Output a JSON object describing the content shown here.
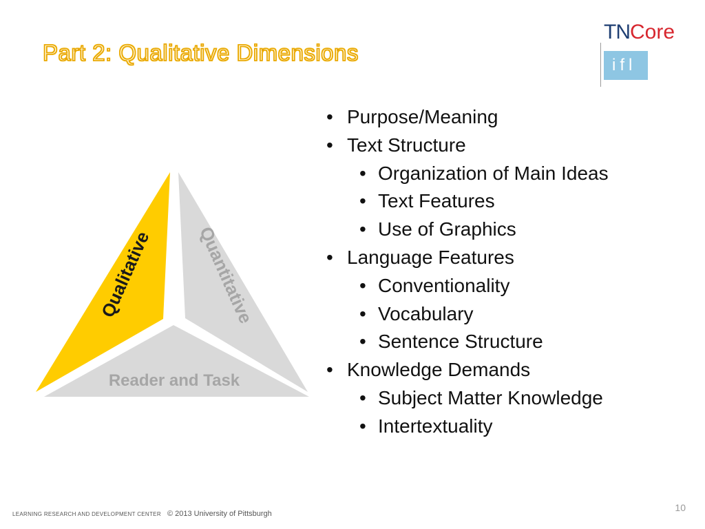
{
  "slide": {
    "title": "Part 2: Qualitative Dimensions",
    "page_number": "10"
  },
  "logo": {
    "tn": "TN",
    "core": "Core",
    "ifl": "ifl",
    "colors": {
      "tn": "#1f3f73",
      "core": "#d7262e",
      "ifl_bg": "#8ec6e3"
    }
  },
  "diagram": {
    "qualitative": "Qualitative",
    "quantitative": "Quantitative",
    "reader_task": "Reader and Task",
    "colors": {
      "qualitative": "#ffcc00",
      "other": "#d9d9d9",
      "label_gray": "#a6a6a6"
    }
  },
  "bullets": [
    {
      "level": 1,
      "text": "Purpose/Meaning"
    },
    {
      "level": 1,
      "text": "Text Structure"
    },
    {
      "level": 2,
      "text": "Organization of Main Ideas"
    },
    {
      "level": 2,
      "text": "Text Features"
    },
    {
      "level": 2,
      "text": "Use of Graphics"
    },
    {
      "level": 1,
      "text": "Language Features"
    },
    {
      "level": 2,
      "text": "Conventionality"
    },
    {
      "level": 2,
      "text": "Vocabulary"
    },
    {
      "level": 2,
      "text": "Sentence Structure"
    },
    {
      "level": 1,
      "text": "Knowledge Demands"
    },
    {
      "level": 2,
      "text": "Subject Matter Knowledge"
    },
    {
      "level": 2,
      "text": "Intertextuality"
    }
  ],
  "bullet_glyph": "•",
  "footer": {
    "org": "LEARNING RESEARCH AND DEVELOPMENT CENTER",
    "copyright": "© 2013 University of Pittsburgh"
  }
}
